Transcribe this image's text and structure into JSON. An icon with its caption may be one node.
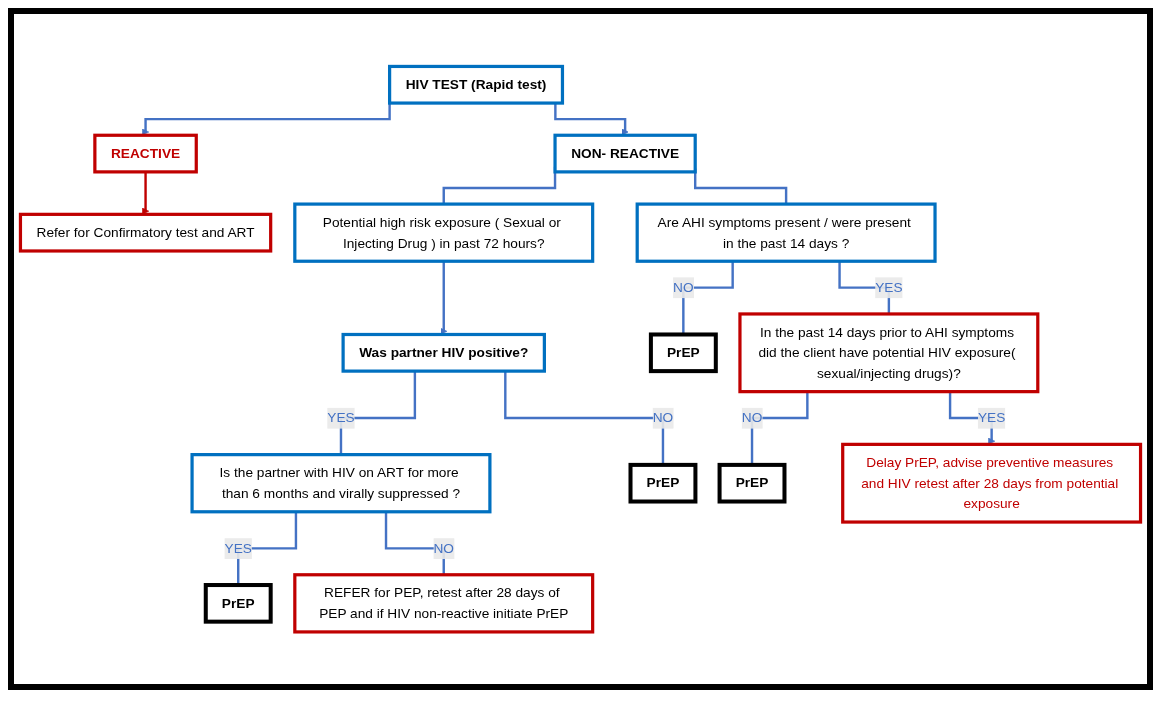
{
  "diagram": {
    "nodes": [
      {
        "text": [
          "HIV TEST (Rapid test)"
        ]
      },
      {
        "text": [
          "NON- REACTIVE"
        ]
      },
      {
        "text": [
          "REACTIVE"
        ]
      },
      {
        "text": [
          "Refer for Confirmatory test and ART"
        ]
      },
      {
        "text": [
          "Potential high risk exposure ( Sexual or Injecting Drug ) in past 72 hours?"
        ]
      },
      {
        "text": [
          "Are AHI symptoms present / were present in the past 14 days ?"
        ]
      },
      {
        "text": [
          "Was partner HIV positive?"
        ]
      },
      {
        "text": [
          "PrEP"
        ]
      },
      {
        "text": [
          "In the past 14 days prior to AHI symptoms did the client have potential HIV exposure( sexual/injecting drugs)?"
        ]
      },
      {
        "text": [
          "Is the partner with HIV on ART for more than 6 months and virally suppressed ?"
        ]
      },
      {
        "text": [
          "PrEP"
        ]
      },
      {
        "text": [
          "PrEP"
        ]
      },
      {
        "text": [
          "Delay PrEP, advise preventive measures and HIV retest after 28 days from potential exposure"
        ]
      },
      {
        "text": [
          "PrEP"
        ]
      },
      {
        "text": [
          "REFER for PEP, retest after 28 days of PEP and if HIV non-reactive initiate PrEP"
        ]
      }
    ],
    "edges": [
      {
        "from": 0,
        "to": 1,
        "arrow": "to"
      },
      {
        "from": 0,
        "to": 2,
        "arrow": "to"
      },
      {
        "from": 2,
        "to": 3,
        "arrow": "to",
        "color": "#c00000"
      },
      {
        "from": 1,
        "to": 4,
        "arrow": "none"
      },
      {
        "from": 1,
        "to": 5,
        "arrow": "none"
      },
      {
        "from": 4,
        "to": 6,
        "arrow": "to"
      },
      {
        "from": 5,
        "to": 7,
        "arrow": "none",
        "label": "NO"
      },
      {
        "from": 5,
        "to": 8,
        "arrow": "none",
        "label": "YES"
      },
      {
        "from": 6,
        "to": 9,
        "arrow": "none",
        "label": "YES"
      },
      {
        "from": 6,
        "to": 10,
        "arrow": "none",
        "label": "NO"
      },
      {
        "from": 8,
        "to": 11,
        "arrow": "none",
        "label": "NO"
      },
      {
        "from": 8,
        "to": 12,
        "arrow": "to",
        "label": "YES"
      },
      {
        "from": 9,
        "to": 13,
        "arrow": "none",
        "label": "YES"
      },
      {
        "from": 9,
        "to": 14,
        "arrow": "none",
        "label": "NO"
      }
    ]
  }
}
